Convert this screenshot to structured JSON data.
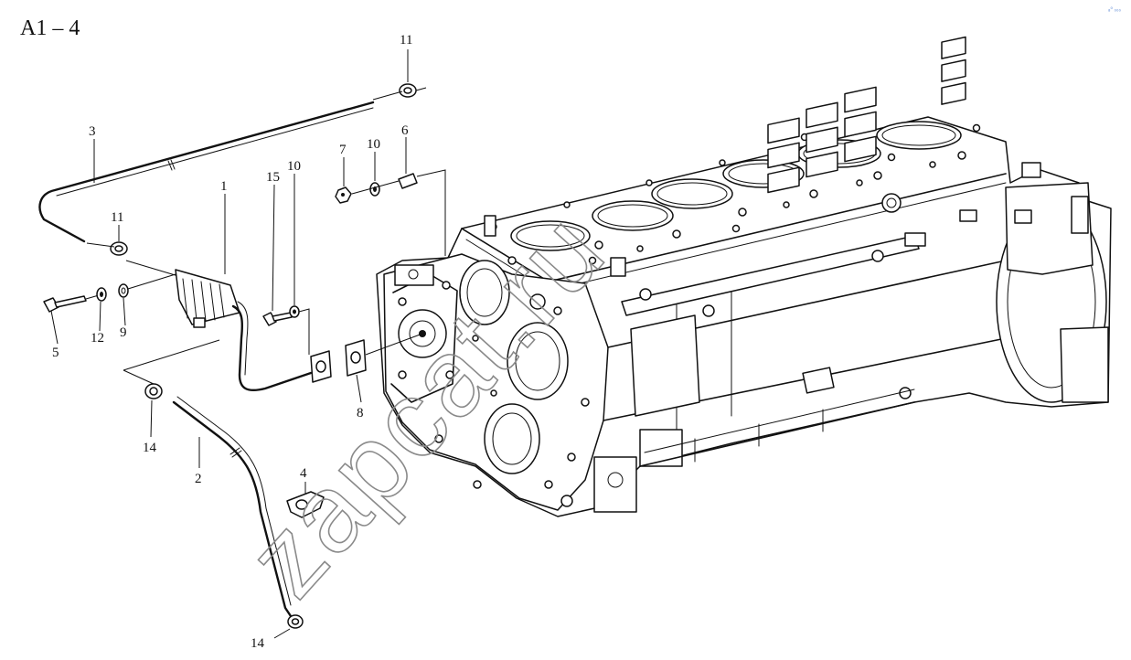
{
  "title": "A1 – 4",
  "watermark": "zapcat.ru",
  "corner_mark": "₈⁰ ₀₀₀",
  "callouts": [
    {
      "id": "label-11-top",
      "text": "11"
    },
    {
      "id": "label-3",
      "text": "3"
    },
    {
      "id": "label-7",
      "text": "7"
    },
    {
      "id": "label-10-top",
      "text": "10"
    },
    {
      "id": "label-6",
      "text": "6"
    },
    {
      "id": "label-1",
      "text": "1"
    },
    {
      "id": "label-15",
      "text": "15"
    },
    {
      "id": "label-10-mid",
      "text": "10"
    },
    {
      "id": "label-11-mid",
      "text": "11"
    },
    {
      "id": "label-5",
      "text": "5"
    },
    {
      "id": "label-12",
      "text": "12"
    },
    {
      "id": "label-9",
      "text": "9"
    },
    {
      "id": "label-8",
      "text": "8"
    },
    {
      "id": "label-14-mid",
      "text": "14"
    },
    {
      "id": "label-2",
      "text": "2"
    },
    {
      "id": "label-4",
      "text": "4"
    },
    {
      "id": "label-14-bottom",
      "text": "14"
    }
  ]
}
